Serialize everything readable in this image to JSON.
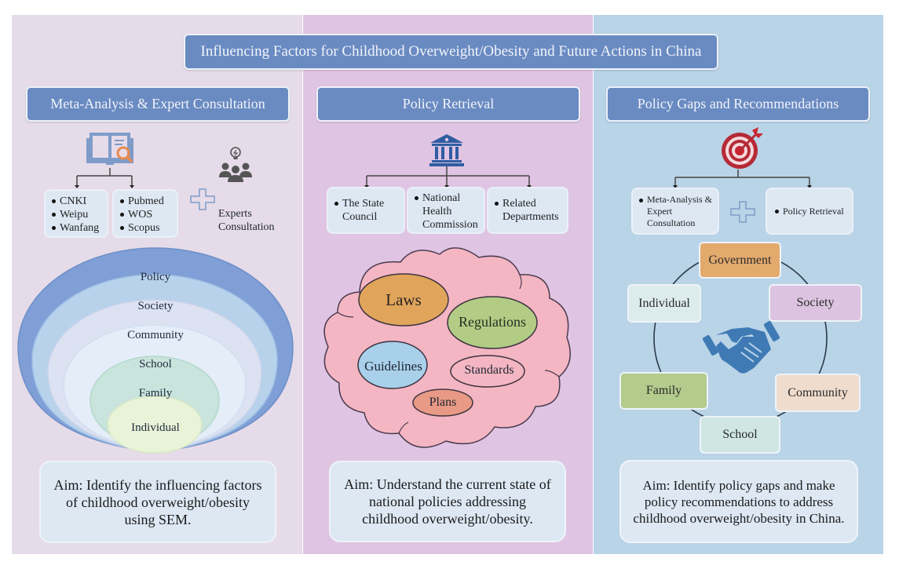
{
  "title": "Influencing Factors for Childhood Overweight/Obesity and Future Actions in China",
  "colors": {
    "panel1_bg": "#e6dbe8",
    "panel2_bg": "#e0c4e3",
    "panel3_bg": "#b9d3e7",
    "header_bg": "#6a8bc2",
    "box_bg": "#dde8f3"
  },
  "sections": [
    {
      "header": "Meta-Analysis & Expert Consultation",
      "icons": [
        "book-search-icon",
        "experts-lightbulb-icon"
      ],
      "databases_cn": [
        "CNKI",
        "Weipu",
        "Wanfang"
      ],
      "databases_en": [
        "Pubmed",
        "WOS",
        "Scopus"
      ],
      "plus_symbol": "+",
      "experts_label": "Experts Consultation",
      "layers": [
        "Policy",
        "Society",
        "Community",
        "School",
        "Family",
        "Individual"
      ],
      "aim": "Aim: Identify the influencing factors of childhood overweight/obesity using SEM."
    },
    {
      "header": "Policy Retrieval",
      "icons": [
        "government-building-icon"
      ],
      "sources": [
        "The State Council",
        "National Health Commission",
        "Related Departments"
      ],
      "policy_types": [
        "Laws",
        "Regulations",
        "Guidelines",
        "Standards",
        "Plans"
      ],
      "aim": "Aim: Understand the current state of national policies addressing childhood overweight/obesity."
    },
    {
      "header": "Policy Gaps and Recommendations",
      "icons": [
        "target-icon",
        "handshake-icon"
      ],
      "inputs": [
        "Meta-Analysis & Expert Consultation",
        "Policy Retrieval"
      ],
      "plus_symbol": "+",
      "stakeholders": [
        "Government",
        "Society",
        "Community",
        "School",
        "Family",
        "Individual"
      ],
      "aim": "Aim: Identify policy gaps and make policy recommendations to address childhood overweight/obesity in China."
    }
  ]
}
